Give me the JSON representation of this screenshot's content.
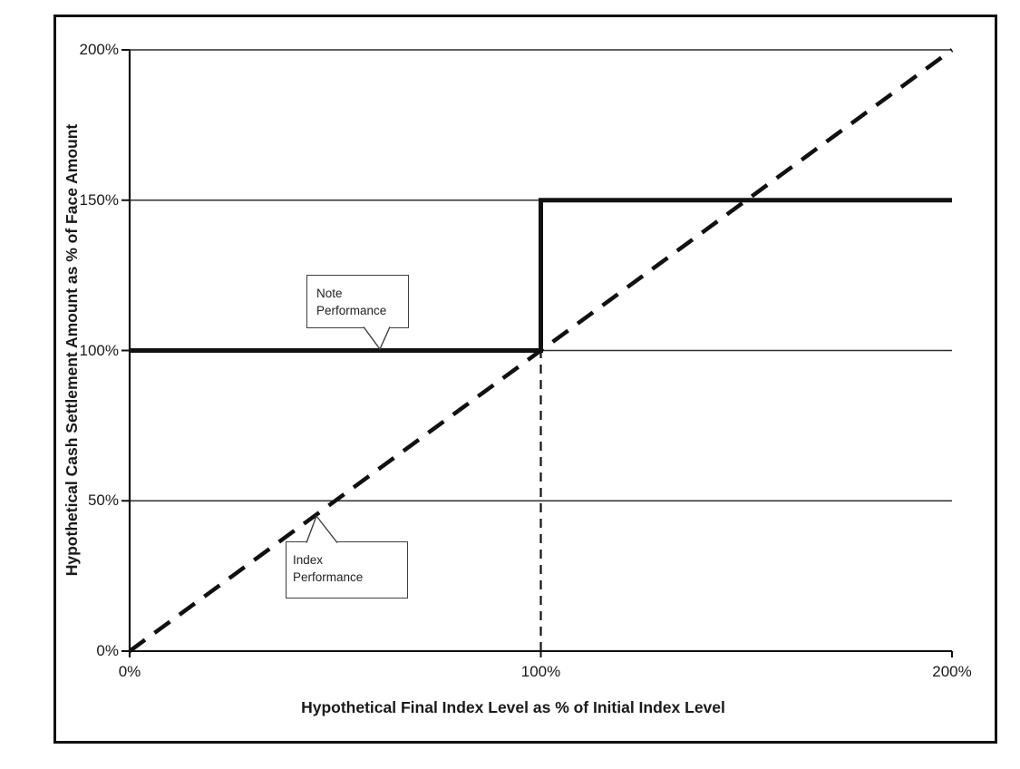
{
  "chart_data": {
    "type": "line",
    "title": "",
    "xlabel": "Hypothetical Final Index Level as % of Initial Index Level",
    "ylabel": "Hypothetical Cash Settlement Amount as % of Face Amount",
    "xlim": [
      0,
      200
    ],
    "ylim": [
      0,
      200
    ],
    "x_ticks": [
      {
        "value": 0,
        "label": "0%"
      },
      {
        "value": 100,
        "label": "100%"
      },
      {
        "value": 200,
        "label": "200%"
      }
    ],
    "y_ticks": [
      {
        "value": 0,
        "label": "0%"
      },
      {
        "value": 50,
        "label": "50%"
      },
      {
        "value": 100,
        "label": "100%"
      },
      {
        "value": 150,
        "label": "150%"
      },
      {
        "value": 200,
        "label": "200%"
      }
    ],
    "gridlines_y": [
      50,
      100,
      150,
      200
    ],
    "grid": "horizontal-only",
    "legend_position": "none-inline-callouts",
    "series": [
      {
        "name": "Note Performance",
        "style": "solid-thick",
        "points": [
          [
            0,
            100
          ],
          [
            100,
            100
          ],
          [
            100,
            150
          ],
          [
            200,
            150
          ]
        ]
      },
      {
        "name": "Index Performance",
        "style": "dashed",
        "points": [
          [
            0,
            0
          ],
          [
            200,
            200
          ]
        ]
      }
    ],
    "reference_lines": [
      {
        "type": "vertical-dashed",
        "x": 100,
        "from_y": 0,
        "to_y": 100
      }
    ],
    "annotations": [
      {
        "id": "note",
        "lines": [
          "Note",
          "Performance"
        ],
        "points_to": {
          "x": 61,
          "y": 100
        }
      },
      {
        "id": "index",
        "lines": [
          "Index",
          "Performance"
        ],
        "points_to": {
          "x": 45,
          "y": 45
        }
      }
    ],
    "colors": {
      "line": "#111111",
      "grid": "#2e2e2e",
      "axis": "#111111",
      "text": "#1a1a1a",
      "callout_border": "#3f3f3f",
      "background": "#ffffff",
      "outer_border": "#111111"
    }
  }
}
